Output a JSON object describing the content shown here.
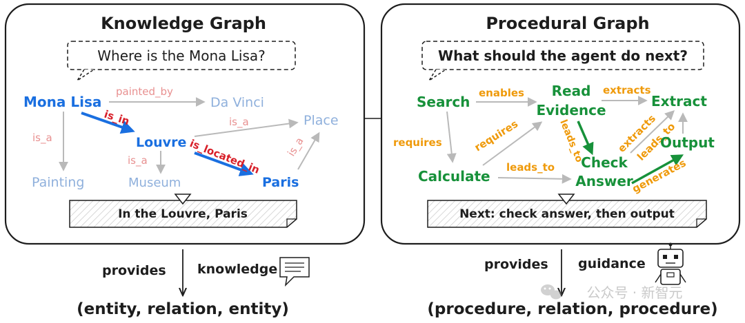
{
  "knowledge_graph": {
    "title": "Knowledge Graph",
    "question": "Where is the Mona Lisa?",
    "nodes": {
      "mona_lisa": "Mona Lisa",
      "da_vinci": "Da Vinci",
      "louvre": "Louvre",
      "place": "Place",
      "painting": "Painting",
      "museum": "Museum",
      "paris": "Paris"
    },
    "edges": {
      "painted_by": "painted_by",
      "is_in": "is_in",
      "is_a_1": "is_a",
      "is_a_2": "is_a",
      "is_a_3": "is_a",
      "is_a_4": "is_a",
      "is_located_in": "is_located_in"
    },
    "answer": "In the Louvre, Paris",
    "provides": "provides",
    "provides_what": "knowledge",
    "triple": "(entity, relation, entity)"
  },
  "procedural_graph": {
    "title": "Procedural Graph",
    "question": "What should the agent do next?",
    "nodes": {
      "search": "Search",
      "read_evidence_1": "Read",
      "read_evidence_2": "Evidence",
      "extract": "Extract",
      "calculate": "Calculate",
      "check_answer_1": "Check",
      "check_answer_2": "Answer",
      "output": "Output"
    },
    "edges": {
      "enables": "enables",
      "extracts_1": "extracts",
      "extracts_2": "extracts",
      "requires_1": "requires",
      "requires_2": "requires",
      "leads_to_1": "leads_to",
      "leads_to_2": "leads_to",
      "leads_to_3": "leads_to",
      "generates": "generates"
    },
    "answer": "Next: check answer, then output",
    "provides": "provides",
    "provides_what": "guidance",
    "triple": "(procedure, relation, procedure)"
  },
  "watermark": "公众号 · 新智元",
  "colors": {
    "blue": "#1a6fe0",
    "light_blue": "#8fb0dc",
    "red": "#d8202a",
    "pink": "#e89090",
    "green": "#17913a",
    "orange": "#ef9a0b",
    "gray": "#b9b9b9",
    "ink": "#1d1d1d"
  }
}
